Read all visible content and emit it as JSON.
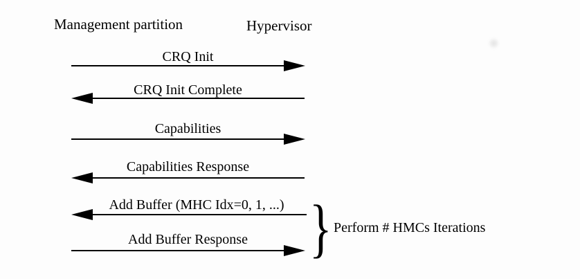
{
  "diagram": {
    "participants": {
      "left": "Management partition",
      "right": "Hypervisor"
    },
    "messages": [
      {
        "label": "CRQ Init",
        "direction": "right"
      },
      {
        "label": "CRQ Init Complete",
        "direction": "left"
      },
      {
        "label": "Capabilities",
        "direction": "right"
      },
      {
        "label": "Capabilities Response",
        "direction": "left"
      },
      {
        "label": "Add Buffer (MHC Idx=0, 1, ...)",
        "direction": "left"
      },
      {
        "label": "Add Buffer Response",
        "direction": "right"
      }
    ],
    "annotation": {
      "brace_glyph": "}",
      "label": "Perform # HMCs Iterations",
      "applies_to": [
        "Add Buffer (MHC Idx=0, 1, ...)",
        "Add Buffer Response"
      ]
    },
    "colors": {
      "background": "#fdfdfd",
      "line": "#000000",
      "text": "#000000",
      "smudge": "#e7e7e7"
    }
  }
}
